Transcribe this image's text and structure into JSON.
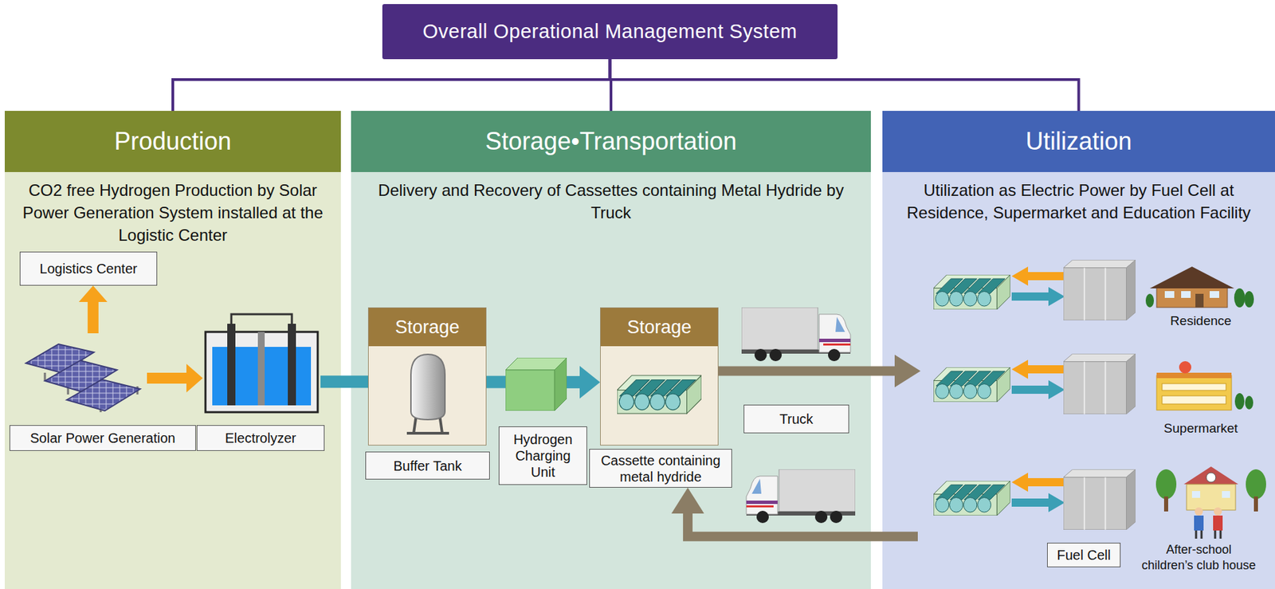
{
  "diagram": {
    "nodes": [
      {
        "text": [
          "Overall Operational Management System"
        ]
      },
      {
        "text": [
          "Production",
          "CO2 free Hydrogen Production by Solar Power Generation System installed at the Logistic Center"
        ]
      },
      {
        "text": [
          "Storage•Transportation",
          "Delivery and Recovery of Cassettes containing Metal Hydride by Truck"
        ]
      },
      {
        "text": [
          "Utilization",
          "Utilization as Electric Power by Fuel Cell at Residence, Supermarket and Education Facility"
        ]
      },
      {
        "text": [
          "Logistics Center"
        ],
        "in": 1
      },
      {
        "text": [
          "Solar Power Generation"
        ],
        "in": 1
      },
      {
        "text": [
          "Electrolyzer"
        ],
        "in": 1
      },
      {
        "text": [
          "Storage"
        ],
        "in": 2
      },
      {
        "text": [
          "Buffer Tank"
        ],
        "in": 2
      },
      {
        "text": [
          "Hydrogen Charging Unit"
        ],
        "in": 2
      },
      {
        "text": [
          "Storage"
        ],
        "in": 2
      },
      {
        "text": [
          "Cassette containing metal hydride"
        ],
        "in": 2
      },
      {
        "text": [
          "Truck"
        ],
        "in": 2
      },
      {
        "text": [
          "Fuel Cell"
        ],
        "in": 3
      }
    ],
    "edges": [
      {
        "from": 0,
        "to": 1,
        "arrow": "none"
      },
      {
        "from": 0,
        "to": 2,
        "arrow": "none"
      },
      {
        "from": 0,
        "to": 3,
        "arrow": "none"
      },
      {
        "from": 5,
        "to": 4,
        "arrow": "to"
      },
      {
        "from": 5,
        "to": 6,
        "arrow": "to"
      },
      {
        "from": 6,
        "to": 7,
        "arrow": "none"
      },
      {
        "from": 7,
        "to": 9,
        "arrow": "none"
      },
      {
        "from": 9,
        "to": 10,
        "arrow": "to"
      },
      {
        "from": 10,
        "to": 3,
        "arrow": "to"
      },
      {
        "from": 3,
        "to": 11,
        "arrow": "to"
      }
    ],
    "labels": [
      "Residence",
      "Supermarket",
      "After-school children’s club house"
    ]
  }
}
